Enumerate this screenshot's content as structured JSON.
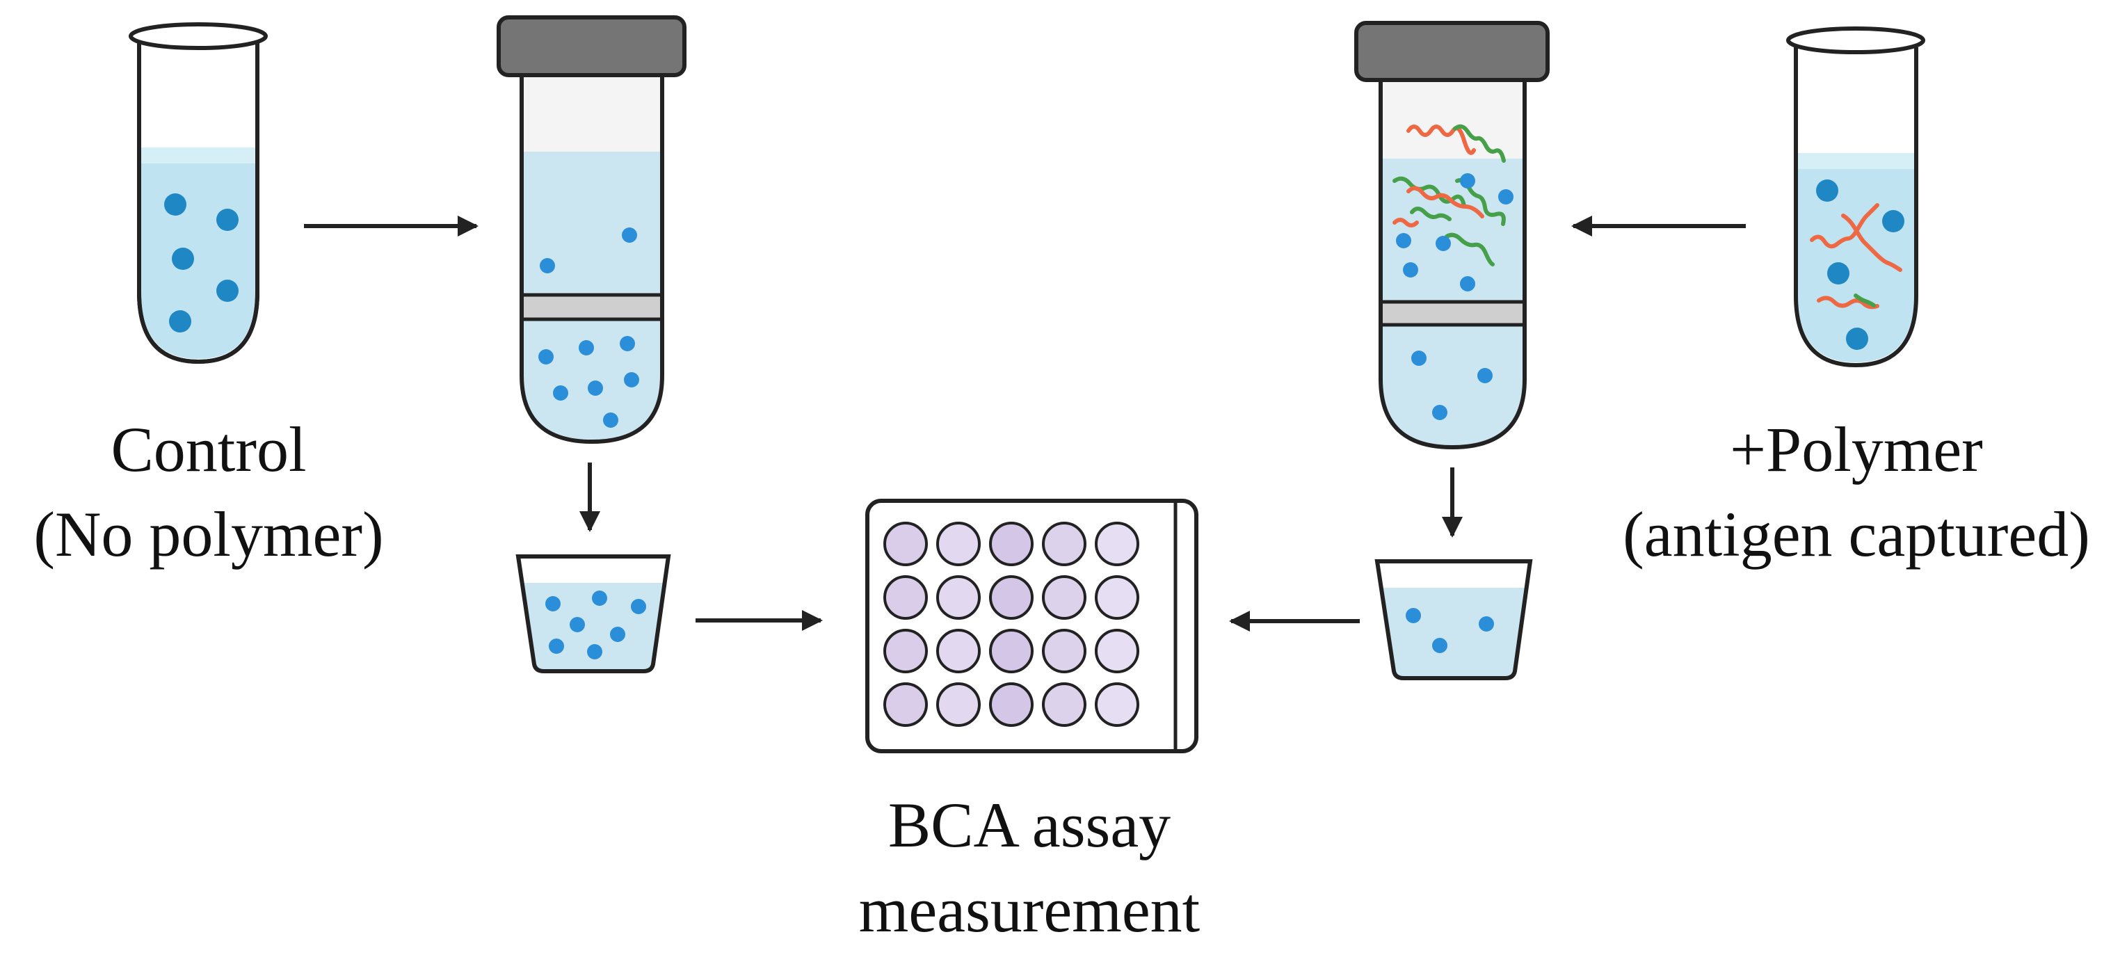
{
  "labels": {
    "control_line1": "Control",
    "control_line2": "(No polymer)",
    "polymer_line1": "+Polymer",
    "polymer_line2": "(antigen captured)",
    "bca_line1": "BCA assay",
    "bca_line2": "measurement"
  },
  "colors": {
    "liquid": "#cce6f1",
    "liquid_tube": "#bfe3f0",
    "particle": "#2a8fd8",
    "particle_large": "#1f88c4",
    "outline": "#222222",
    "cap": "#757575",
    "filter": "#cfcfcf",
    "well": "#d9cdea",
    "polymer_red": "#ef6844",
    "polymer_green": "#46a04a"
  },
  "icons": [
    "test-tube-icon",
    "centrifugal-filter-tube-icon",
    "collection-cup-icon",
    "well-plate-icon",
    "arrow-icon",
    "particle-icon",
    "polymer-chain-icon"
  ]
}
